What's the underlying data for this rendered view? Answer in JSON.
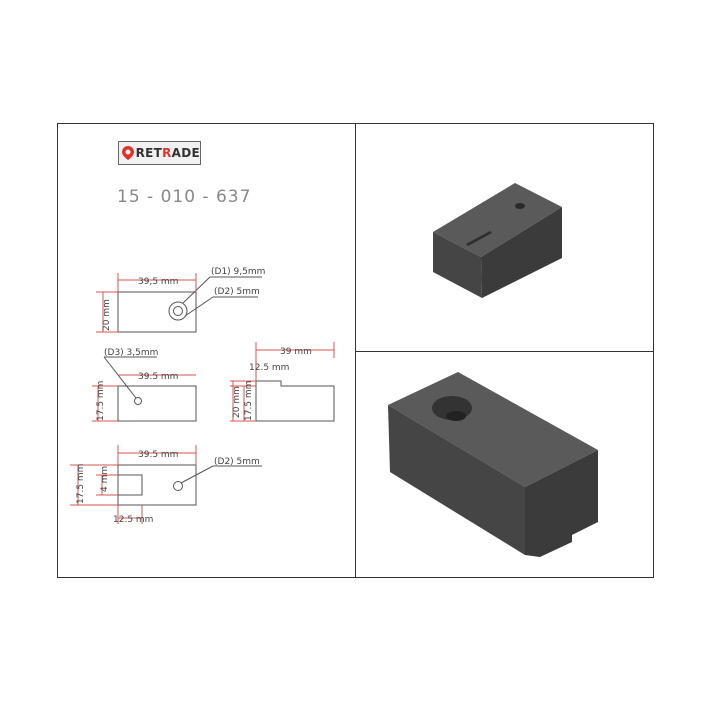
{
  "brand": {
    "logo_text_prefix": "RET",
    "logo_text_accent": "R",
    "logo_text_suffix": "ADE",
    "accent_color": "#e2332a"
  },
  "part_number": "15 - 010 - 637",
  "drawing": {
    "top_view": {
      "width": "39,5 mm",
      "height": "20 mm",
      "d1": "(D1) 9,5mm",
      "d2": "(D2) 5mm"
    },
    "front_view": {
      "width": "39.5 mm",
      "height": "17.5 mm",
      "d3": "(D3) 3,5mm"
    },
    "side_view": {
      "width": "39 mm",
      "step": "12.5 mm",
      "height_total": "20 mm",
      "height_lower": "17.5 mm"
    },
    "bottom_view": {
      "width": "39.5 mm",
      "height": "17.5 mm",
      "slot_height": "4 mm",
      "slot_width": "12.5 mm",
      "d2": "(D2) 5mm"
    }
  },
  "colors": {
    "model_top": "#5a5a5a",
    "model_left": "#444444",
    "model_right": "#3a3a3a",
    "dimension_line": "#d9534f"
  }
}
